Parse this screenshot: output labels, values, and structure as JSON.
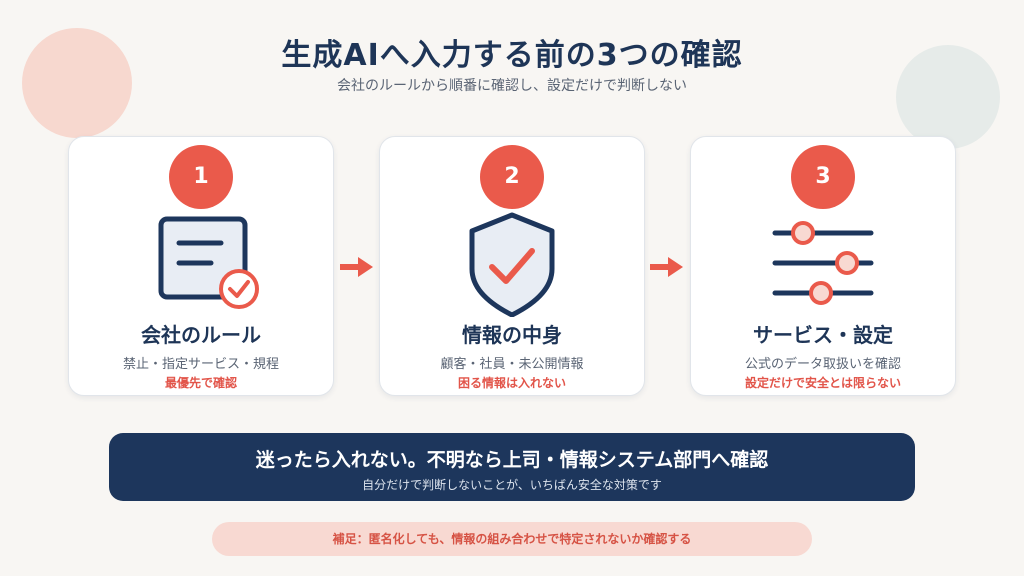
{
  "header": {
    "title": "生成AIへ入力する前の3つの確認",
    "subtitle": "会社のルールから順番に確認し、設定だけで判断しない"
  },
  "steps": [
    {
      "number": "1",
      "icon": "document-check-icon",
      "title": "会社のルール",
      "description": "禁止・指定サービス・規程",
      "note": "最優先で確認"
    },
    {
      "number": "2",
      "icon": "shield-check-icon",
      "title": "情報の中身",
      "description": "顧客・社員・未公開情報",
      "note": "困る情報は入れない"
    },
    {
      "number": "3",
      "icon": "sliders-icon",
      "title": "サービス・設定",
      "description": "公式のデータ取扱いを確認",
      "note": "設定だけで安全とは限らない"
    }
  ],
  "banner": {
    "main": "迷ったら入れない。不明なら上司・情報システム部門へ確認",
    "sub": "自分だけで判断しないことが、いちばん安全な対策です"
  },
  "footnote": "補足：匿名化しても、情報の組み合わせで特定されないか確認する",
  "colors": {
    "navy": "#1d365c",
    "accent": "#ea5a4b",
    "background": "#f8f6f3"
  }
}
